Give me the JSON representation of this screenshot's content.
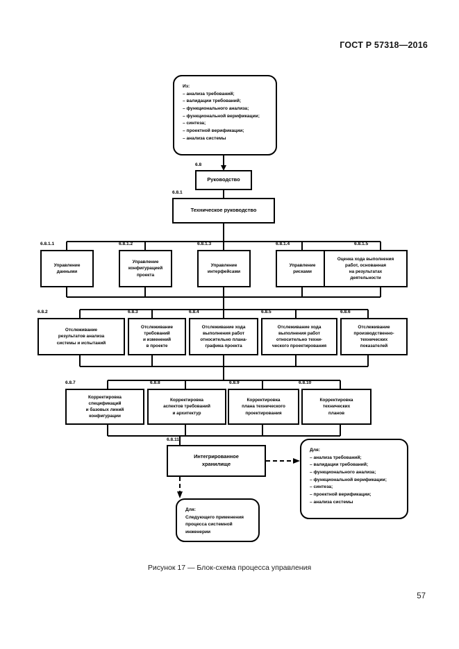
{
  "document": {
    "header": "ГОСТ Р 57318—2016",
    "page_number": "57",
    "figure_caption": "Рисунок 17 — Блок-схема процесса управления"
  },
  "diagram": {
    "source_box": {
      "title": "Из:",
      "items": [
        "– анализа требований;",
        "– валидации требований;",
        "– функционального анализа;",
        "– функциональной верификации;",
        "– синтеза;",
        "– проектной верификации;",
        "– анализа системы"
      ]
    },
    "leadership": {
      "tag": "6.8",
      "label": "Руководство"
    },
    "technical_leadership": {
      "tag": "6.8.1",
      "label": "Техническое руководство"
    },
    "row1": [
      {
        "tag": "6.8.1.1",
        "label": "Управление\nданными"
      },
      {
        "tag": "6.8.1.2",
        "label": "Управление\nконфигурацией\nпроекта"
      },
      {
        "tag": "6.8.1.3",
        "label": "Управление\nинтерфейсами"
      },
      {
        "tag": "6.8.1.4",
        "label": "Управление\nрисками"
      },
      {
        "tag": "6.8.1.5",
        "label": "Оценка хода выполнения\nработ, основанная\nна результатах\nдеятельности"
      }
    ],
    "row2": [
      {
        "tag": "6.8.2",
        "label": "Отслеживание\nрезультатов анализа\nсистемы и испытаний"
      },
      {
        "tag": "6.8.3",
        "label": "Отслеживание\nтребований\nи изменений\nв проекте"
      },
      {
        "tag": "6.8.4",
        "label": "Отслеживание хода\nвыполнения работ\nотносительно плана-\nграфика проекта"
      },
      {
        "tag": "6.8.5",
        "label": "Отслеживание хода\nвыполнения работ\nотносительно техни-\nческого проектирования"
      },
      {
        "tag": "6.8.6",
        "label": "Отслеживание\nпроизводственно-\nтехнических\nпоказателей"
      }
    ],
    "row3": [
      {
        "tag": "6.8.7",
        "label": "Корректировка\nспецификаций\nи базовых линий\nконфигурации"
      },
      {
        "tag": "6.8.8",
        "label": "Корректировка\nаспектов требований\nи архитектур"
      },
      {
        "tag": "6.8.9",
        "label": "Корректировка\nплана технического\nпроектирования"
      },
      {
        "tag": "6.8.10",
        "label": "Корректировка\nтехнических\nпланов"
      }
    ],
    "repository": {
      "tag": "6.8.11",
      "label": "Интегрированное\nхранилище"
    },
    "target_box": {
      "title": "Для:",
      "items": [
        "– анализа требований;",
        "– валидации требований;",
        "– функционального анализа;",
        "– функциональной верификации;",
        "– синтеза;",
        "– проектной верификации;",
        "– анализа системы"
      ]
    },
    "next_box": {
      "title": "Для:",
      "items": [
        "Следующего применения",
        "процесса системной",
        "инженерии"
      ]
    }
  }
}
